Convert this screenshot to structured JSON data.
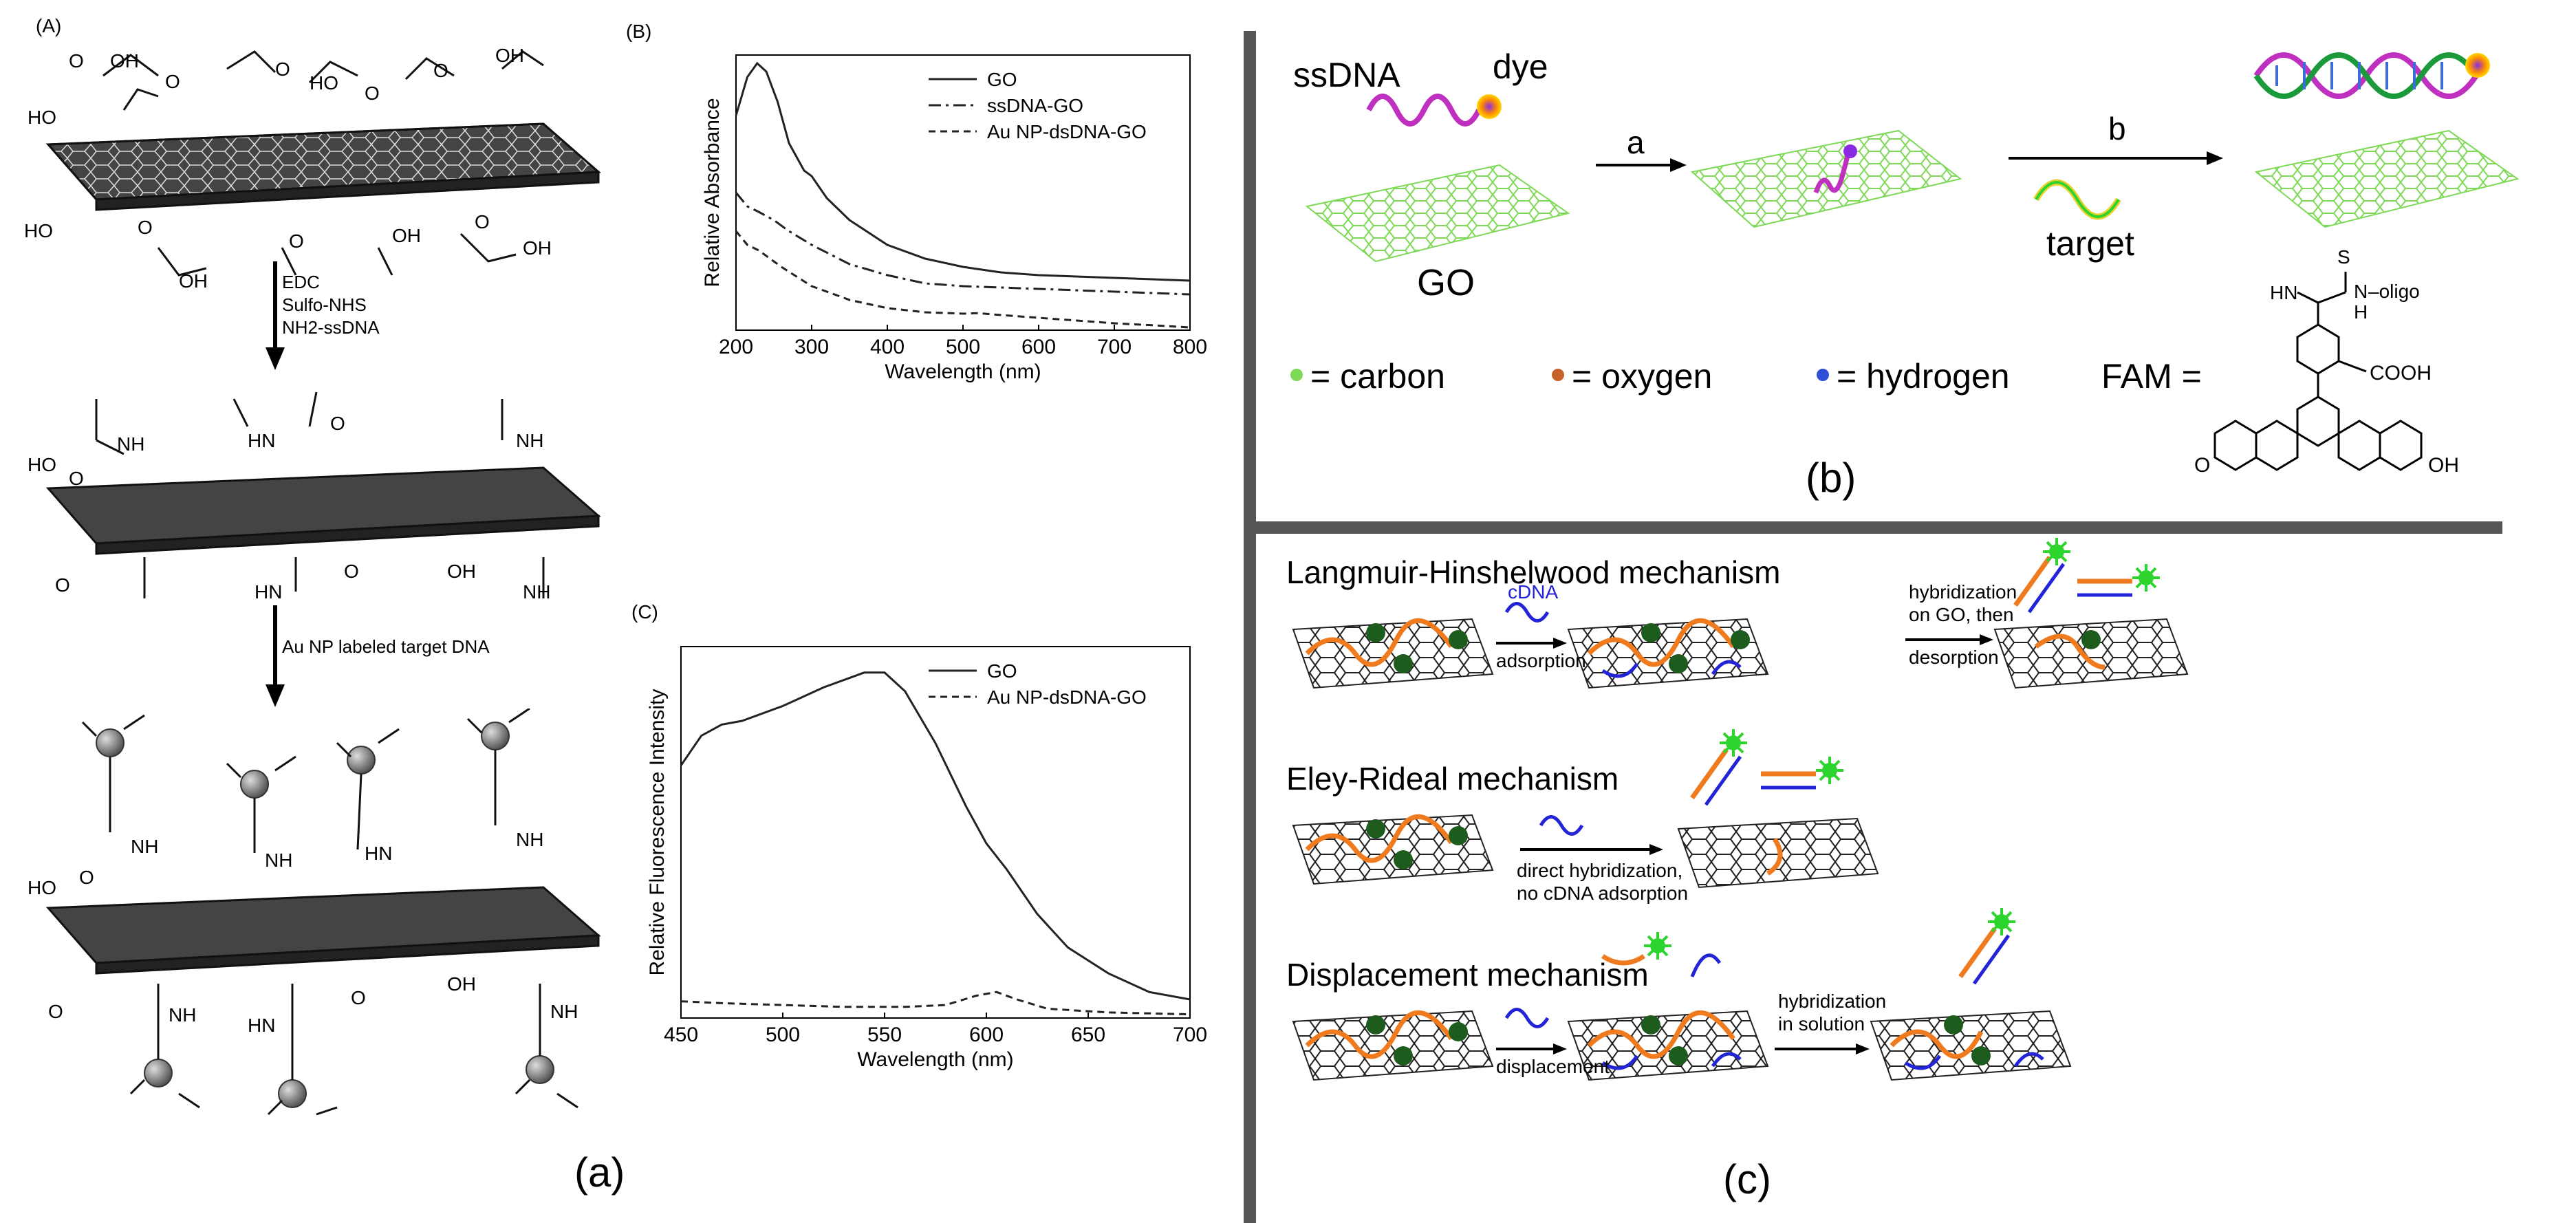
{
  "panel_a": {
    "label_A": "(A)",
    "step1_lines": [
      "EDC",
      "Sulfo-NHS",
      "NH2-ssDNA"
    ],
    "step2": "Au NP labeled target DNA",
    "groups_top": [
      "OH",
      "OH",
      "HO",
      "OH",
      "HO",
      "OH",
      "HO",
      "OH",
      "O",
      "O",
      "O",
      "OH",
      "OH",
      "OH"
    ],
    "caption": "(a)"
  },
  "chart_data": [
    {
      "type": "line",
      "panel_label": "(B)",
      "xlabel": "Wavelength (nm)",
      "ylabel": "Relative Absorbance",
      "xlim": [
        200,
        800
      ],
      "xticks": [
        200,
        300,
        400,
        500,
        600,
        700,
        800
      ],
      "legend_position": "top-right",
      "series": [
        {
          "name": "GO",
          "style": "solid",
          "x": [
            200,
            215,
            228,
            240,
            255,
            270,
            290,
            300,
            320,
            350,
            400,
            450,
            500,
            550,
            600,
            650,
            700,
            750,
            800
          ],
          "y": [
            0.78,
            0.92,
            0.97,
            0.94,
            0.83,
            0.68,
            0.58,
            0.56,
            0.48,
            0.4,
            0.31,
            0.26,
            0.23,
            0.21,
            0.2,
            0.195,
            0.19,
            0.185,
            0.18
          ]
        },
        {
          "name": "ssDNA-GO",
          "style": "dashdot",
          "x": [
            200,
            215,
            230,
            250,
            270,
            300,
            350,
            400,
            450,
            500,
            550,
            600,
            650,
            700,
            750,
            800
          ],
          "y": [
            0.5,
            0.45,
            0.43,
            0.4,
            0.36,
            0.31,
            0.24,
            0.2,
            0.17,
            0.16,
            0.155,
            0.15,
            0.145,
            0.14,
            0.135,
            0.13
          ]
        },
        {
          "name": "Au NP-dsDNA-GO",
          "style": "dashed",
          "x": [
            200,
            215,
            230,
            260,
            300,
            350,
            400,
            450,
            500,
            520,
            550,
            600,
            650,
            700,
            750,
            800
          ],
          "y": [
            0.36,
            0.31,
            0.29,
            0.23,
            0.16,
            0.11,
            0.08,
            0.065,
            0.06,
            0.062,
            0.055,
            0.045,
            0.035,
            0.025,
            0.018,
            0.01
          ]
        }
      ]
    },
    {
      "type": "line",
      "panel_label": "(C)",
      "xlabel": "Wavelength (nm)",
      "ylabel": "Relative Fluorescence Intensity",
      "xlim": [
        450,
        700
      ],
      "xticks": [
        450,
        500,
        550,
        600,
        650,
        700
      ],
      "legend_position": "top-right",
      "series": [
        {
          "name": "GO",
          "style": "solid",
          "x": [
            450,
            460,
            470,
            480,
            500,
            520,
            540,
            550,
            560,
            575,
            590,
            600,
            610,
            625,
            640,
            660,
            680,
            700
          ],
          "y": [
            0.68,
            0.76,
            0.79,
            0.8,
            0.84,
            0.89,
            0.93,
            0.93,
            0.88,
            0.74,
            0.57,
            0.47,
            0.4,
            0.28,
            0.19,
            0.12,
            0.07,
            0.05
          ]
        },
        {
          "name": "Au NP-dsDNA-GO",
          "style": "dashed",
          "x": [
            450,
            470,
            500,
            530,
            560,
            580,
            595,
            605,
            615,
            630,
            660,
            700
          ],
          "y": [
            0.045,
            0.04,
            0.035,
            0.03,
            0.03,
            0.035,
            0.06,
            0.07,
            0.05,
            0.025,
            0.015,
            0.01
          ]
        }
      ]
    }
  ],
  "panel_b": {
    "ssdna": "ssDNA",
    "dye": "dye",
    "go": "GO",
    "arrow_a": "a",
    "arrow_b": "b",
    "target": "target",
    "legend": [
      {
        "symbol_color": "#7ed957",
        "label": "= carbon"
      },
      {
        "symbol_color": "#c8602a",
        "label": "= oxygen"
      },
      {
        "symbol_color": "#2f4fd8",
        "label": "= hydrogen"
      }
    ],
    "fam_label": "FAM =",
    "fam_groups": [
      "S",
      "HN",
      "H",
      "N",
      "–oligo",
      "COOH",
      "O",
      "OH"
    ],
    "caption": "(b)"
  },
  "panel_c": {
    "lh_title": "Langmuir-Hinshelwood mechanism",
    "lh_cdna": "cDNA",
    "lh_adsorption": "adsorption",
    "lh_hybrid_lines": [
      "hybridization",
      "on GO, then",
      "desorption"
    ],
    "er_title": "Eley-Rideal mechanism",
    "er_lines": [
      "direct hybridization,",
      "no cDNA adsorption"
    ],
    "dm_title": "Displacement mechanism",
    "dm_displacement": "displacement",
    "dm_hybrid_lines": [
      "hybridization",
      "in solution"
    ],
    "caption": "(c)"
  },
  "colors": {
    "dna_orange": "#f07a1e",
    "dna_blue": "#2323d8",
    "fluor_green": "#2ed42e",
    "dot_green": "#1e5c1e",
    "divider": "#555555"
  }
}
